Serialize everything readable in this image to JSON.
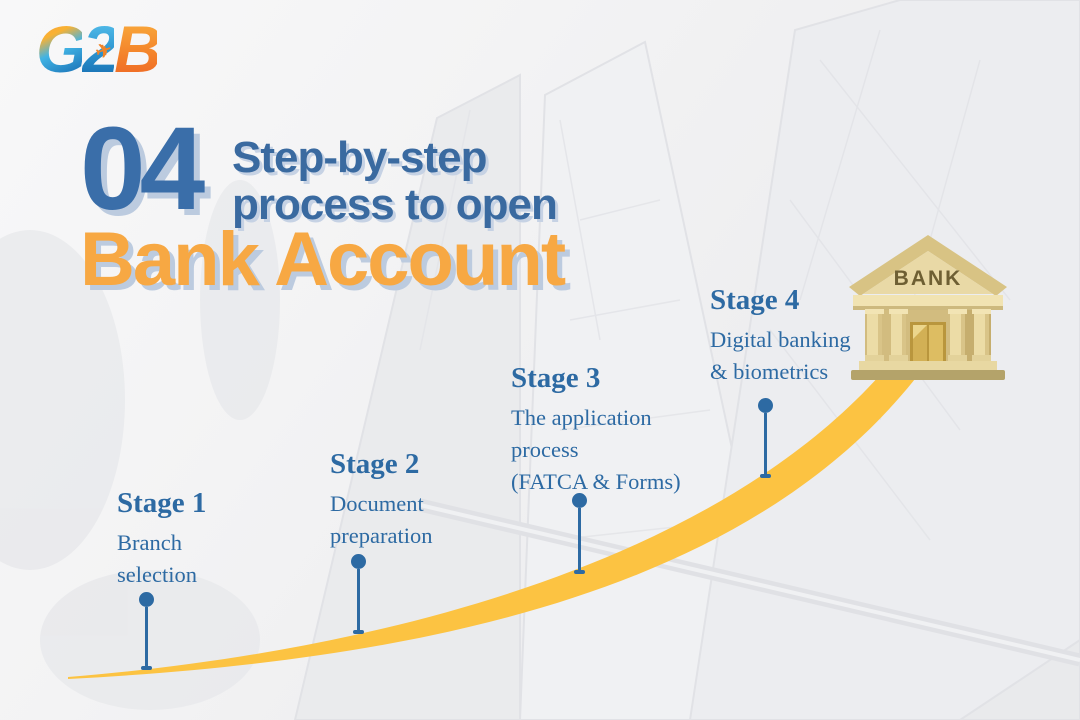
{
  "logo": {
    "g": "G",
    "two": "2",
    "b": "B",
    "plane_icon": "✈"
  },
  "header": {
    "number": "04",
    "title_line1": "Step-by-step",
    "title_line2": "process to open",
    "subtitle": "Bank Account"
  },
  "stages": [
    {
      "title": "Stage 1",
      "description": "Branch\nselection"
    },
    {
      "title": "Stage 2",
      "description": "Document\npreparation"
    },
    {
      "title": "Stage 3",
      "description": "The application\nprocess\n(FATCA & Forms)"
    },
    {
      "title": "Stage 4",
      "description": "Digital banking\n& biometrics"
    }
  ],
  "bank_icon": {
    "label": "BANK"
  },
  "colors": {
    "stage_blue": "#2d6aa3",
    "headline_blue": "#3a6ea9",
    "headline_orange": "#f7a843",
    "swoosh_yellow": "#fcc342",
    "shadow_blue": "#bccbdf"
  }
}
